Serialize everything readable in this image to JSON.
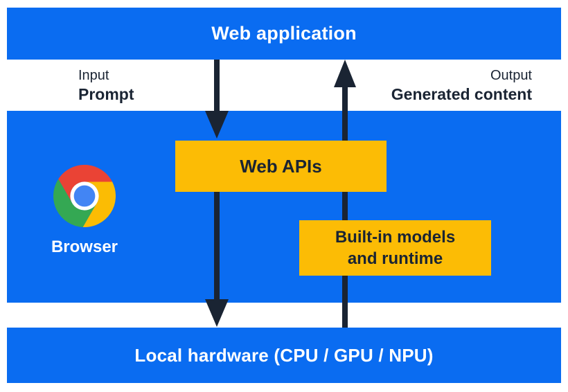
{
  "colors": {
    "blue": "#0a6cf1",
    "yellow": "#fcbc05",
    "dark": "#1a2433",
    "white": "#ffffff",
    "logo_red": "#ea4335",
    "logo_green": "#34a853",
    "logo_yellow": "#fbbc04",
    "logo_blue": "#4285f4",
    "logo_ring": "#ffffff"
  },
  "layers": {
    "web_application": "Web application",
    "local_hardware": "Local hardware (CPU / GPU / NPU)"
  },
  "io": {
    "input_label": "Input",
    "input_value": "Prompt",
    "output_label": "Output",
    "output_value": "Generated content"
  },
  "browser": {
    "label": "Browser",
    "icon": "chrome-logo",
    "web_apis": "Web APIs",
    "built_in_line1": "Built-in models",
    "built_in_line2": "and runtime"
  }
}
